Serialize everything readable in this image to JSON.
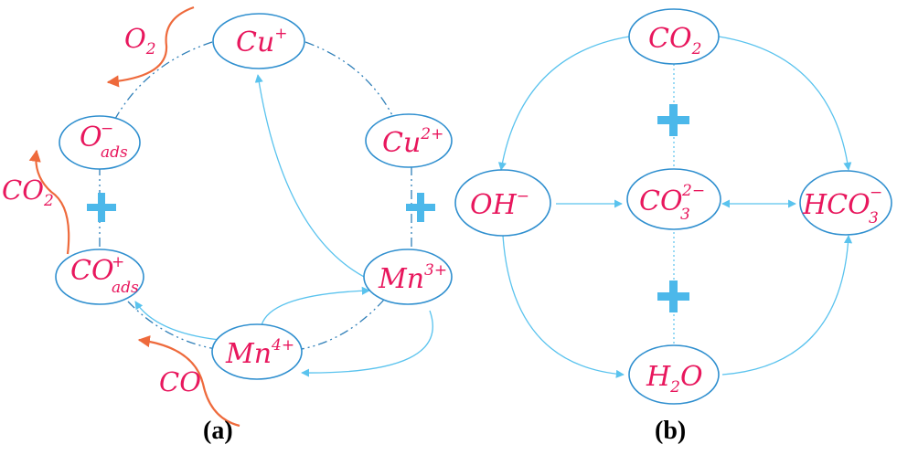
{
  "panel_a": {
    "caption": "(a)",
    "nodes": {
      "cu_plus": {
        "base": "Cu",
        "sup": "+"
      },
      "o_ads": {
        "base": "O",
        "sup": "−",
        "sub": "ads"
      },
      "cu_2plus": {
        "base": "Cu",
        "sup": "2+"
      },
      "co_ads": {
        "base": "CO",
        "sup": "+",
        "sub": "ads"
      },
      "mn_3plus": {
        "base": "Mn",
        "sup": "3+"
      },
      "mn_4plus": {
        "base": "Mn",
        "sup": "4+"
      }
    },
    "side_labels": {
      "o2": {
        "base": "O",
        "sub": "2"
      },
      "co2": {
        "base": "CO",
        "sub": "2"
      },
      "co": {
        "base": "CO"
      }
    }
  },
  "panel_b": {
    "caption": "(b)",
    "nodes": {
      "co2": {
        "base": "CO",
        "sub": "2"
      },
      "oh": {
        "base": "OH",
        "sup": "−"
      },
      "co3": {
        "base": "CO",
        "sub": "3",
        "sup": "2−"
      },
      "hco3": {
        "base": "HCO",
        "sub": "3",
        "sup": "−"
      },
      "h2o": {
        "base": "H",
        "sub": "2",
        "tail": "O"
      }
    }
  },
  "colors": {
    "node_border": "#2f8fcf",
    "label_text": "#e8175d",
    "arrow": "#5ac3ee",
    "cycle_line": "#2f7fb8",
    "reagent_curve": "#ee6a3c",
    "plus_sign": "#4cb8ea"
  }
}
